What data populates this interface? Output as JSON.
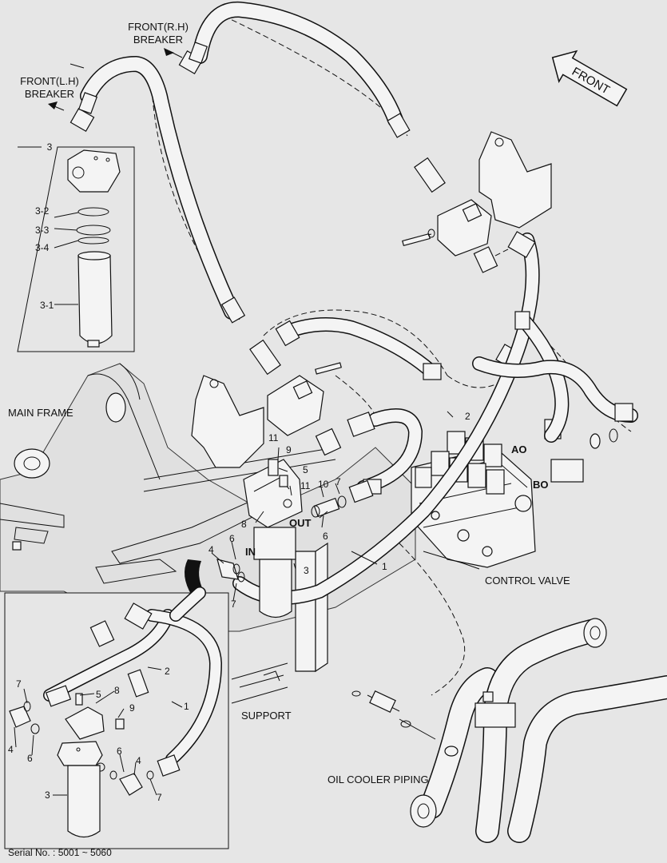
{
  "labels": {
    "front_rh_line1": "FRONT(R.H)",
    "front_rh_line2": "BREAKER",
    "front_lh_line1": "FRONT(L.H)",
    "front_lh_line2": "BREAKER",
    "front_arrow": "FRONT",
    "main_frame": "MAIN FRAME",
    "control_valve": "CONTROL VALVE",
    "support": "SUPPORT",
    "oil_cooler_piping": "OIL COOLER PIPING",
    "port_ao": "AO",
    "port_bo": "BO",
    "port_out": "OUT",
    "port_in": "IN",
    "serial": "Serial No. : 5001 ~ 5060"
  },
  "callouts": {
    "p3": "3",
    "p3_2": "3-2",
    "p3_3": "3-3",
    "p3_4": "3-4",
    "p3_1": "3-1",
    "p1": "1",
    "p2": "2",
    "p3b": "3",
    "p4": "4",
    "p5": "5",
    "p6": "6",
    "p6b": "6",
    "p7": "7",
    "p7b": "7",
    "p8": "8",
    "p9": "9",
    "p10": "10",
    "p11": "11",
    "p11b": "11",
    "i7": "7",
    "i5": "5",
    "i8": "8",
    "i9": "9",
    "i2": "2",
    "i1": "1",
    "i4": "4",
    "i6": "6",
    "i3": "3",
    "i6b": "6",
    "i4b": "4",
    "i7b": "7"
  },
  "colors": {
    "background": "#e6e6e6",
    "line": "#111111",
    "part_fill": "#f4f4f4"
  }
}
